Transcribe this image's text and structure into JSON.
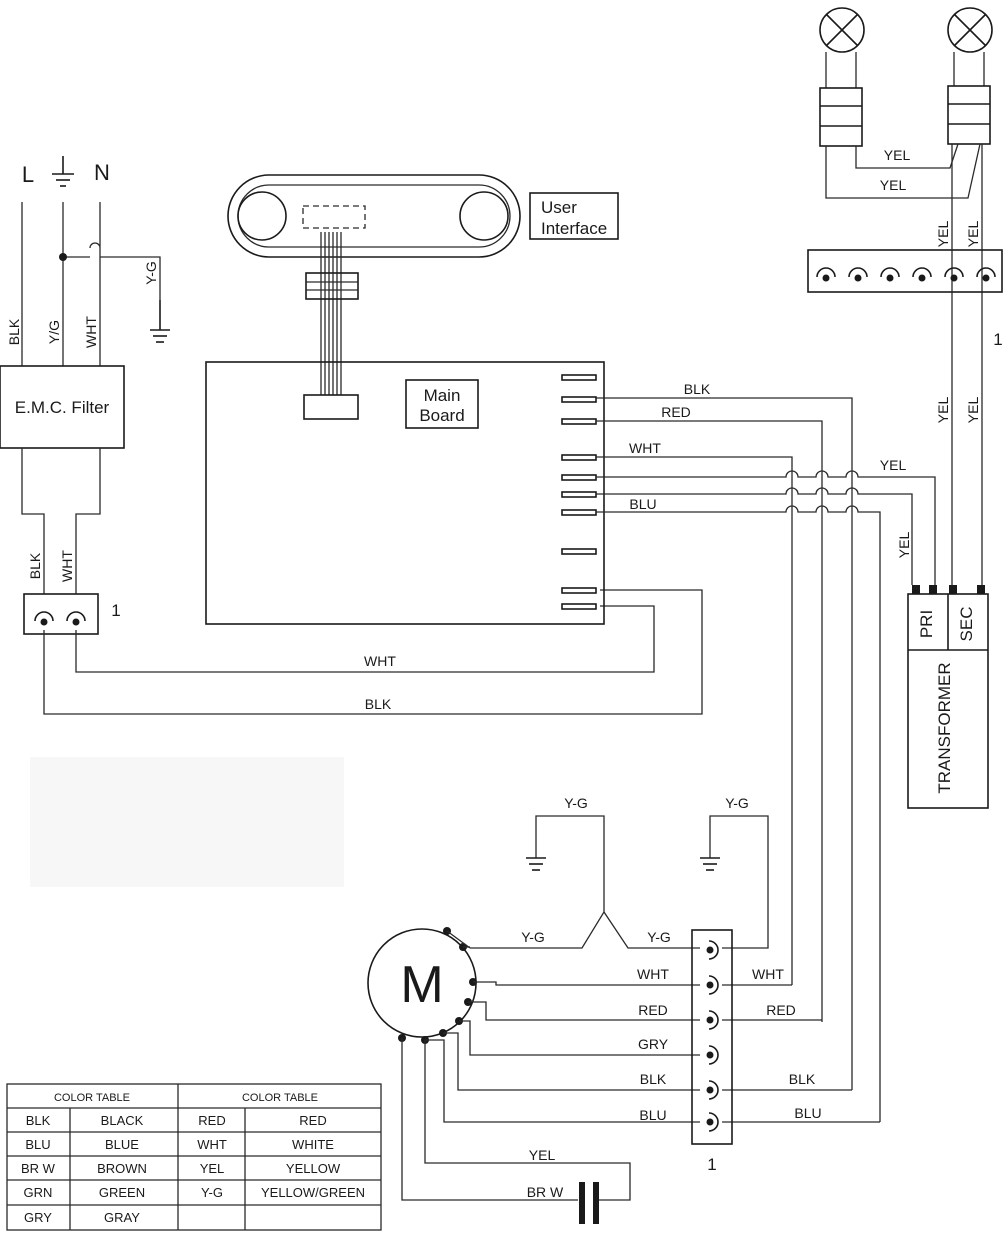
{
  "power": {
    "line": "L",
    "neutral": "N"
  },
  "labels": {
    "user_interface_1": "User",
    "user_interface_2": "Interface",
    "main_board_1": "Main",
    "main_board_2": "Board",
    "emc_filter": "E.M.C. Filter",
    "transformer": "TRANSFORMER",
    "pri": "PRI",
    "sec": "SEC",
    "motor": "M",
    "conn_num": "1"
  },
  "wires": {
    "blk": "BLK",
    "yg_short": "Y/G",
    "wht": "WHT",
    "yg": "Y-G",
    "red": "RED",
    "blu": "BLU",
    "yel": "YEL",
    "gry": "GRY",
    "brw": "BR W"
  },
  "color_table": {
    "header": "COLOR TABLE",
    "left": [
      [
        "BLK",
        "BLACK"
      ],
      [
        "BLU",
        "BLUE"
      ],
      [
        "BR W",
        "BROWN"
      ],
      [
        "GRN",
        "GREEN"
      ],
      [
        "GRY",
        "GRAY"
      ]
    ],
    "right": [
      [
        "RED",
        "RED"
      ],
      [
        "WHT",
        "WHITE"
      ],
      [
        "YEL",
        "YELLOW"
      ],
      [
        "Y-G",
        "YELLOW/GREEN"
      ],
      [
        "",
        ""
      ]
    ]
  }
}
